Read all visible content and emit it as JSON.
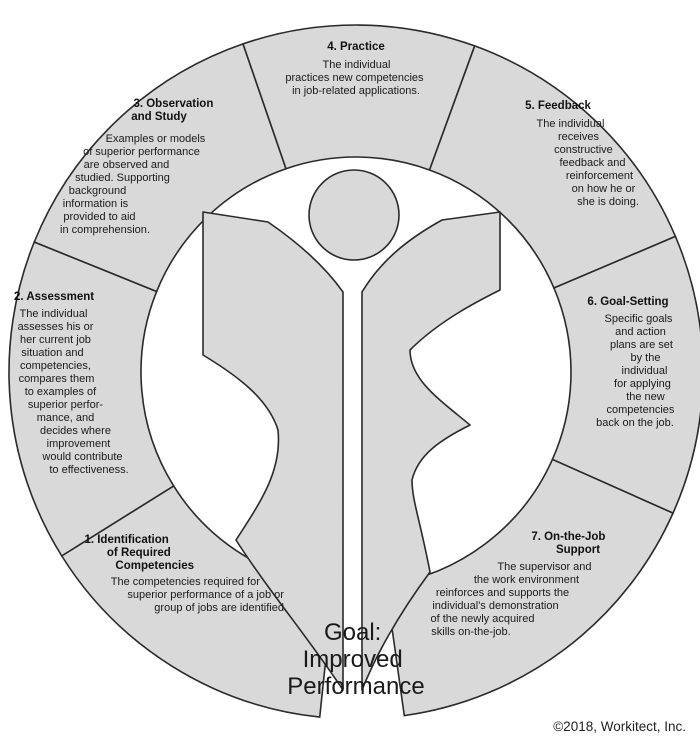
{
  "segments": [
    {
      "id": "identification",
      "title_lines": [
        "1. Identification",
        "of Required",
        "Competencies"
      ],
      "body_lines": [
        "The competencies required for",
        "superior performance of a job or",
        "group of jobs are identified."
      ]
    },
    {
      "id": "assessment",
      "title_lines": [
        "2. Assessment"
      ],
      "body_lines": [
        "The individual",
        "assesses his or",
        "her current job",
        "situation and",
        "competencies,",
        "compares them",
        "to examples of",
        "superior perfor-",
        "mance, and",
        "decides where",
        "improvement",
        "would contribute",
        "to effectiveness."
      ]
    },
    {
      "id": "observation",
      "title_lines": [
        "3. Observation",
        "and Study"
      ],
      "body_lines": [
        "Examples or models",
        "of superior performance",
        "are observed and",
        "studied. Supporting",
        "background",
        "information is",
        "provided to aid",
        "in comprehension."
      ]
    },
    {
      "id": "practice",
      "title_lines": [
        "4. Practice"
      ],
      "body_lines": [
        "The individual",
        "practices new competencies",
        "in job-related applications."
      ]
    },
    {
      "id": "feedback",
      "title_lines": [
        "5. Feedback"
      ],
      "body_lines": [
        "The individual",
        "receives",
        "constructive",
        "feedback and",
        "reinforcement",
        "on how he or",
        "she is doing."
      ]
    },
    {
      "id": "goal-setting",
      "title_lines": [
        "6. Goal-Setting"
      ],
      "body_lines": [
        "Specific goals",
        "and action",
        "plans are set",
        "by the",
        "individual",
        "for applying",
        "the new",
        "competencies",
        "back on the job."
      ]
    },
    {
      "id": "on-the-job-support",
      "title_lines": [
        "7. On-the-Job",
        "Support"
      ],
      "body_lines": [
        "The supervisor and",
        "the work environment",
        "reinforces and supports the",
        "individual's demonstration",
        "of the newly acquired",
        "skills on-the-job."
      ]
    }
  ],
  "goal_lines": [
    "Goal:",
    "Improved",
    "Performance"
  ],
  "copyright": "©2018, Workitect, Inc."
}
